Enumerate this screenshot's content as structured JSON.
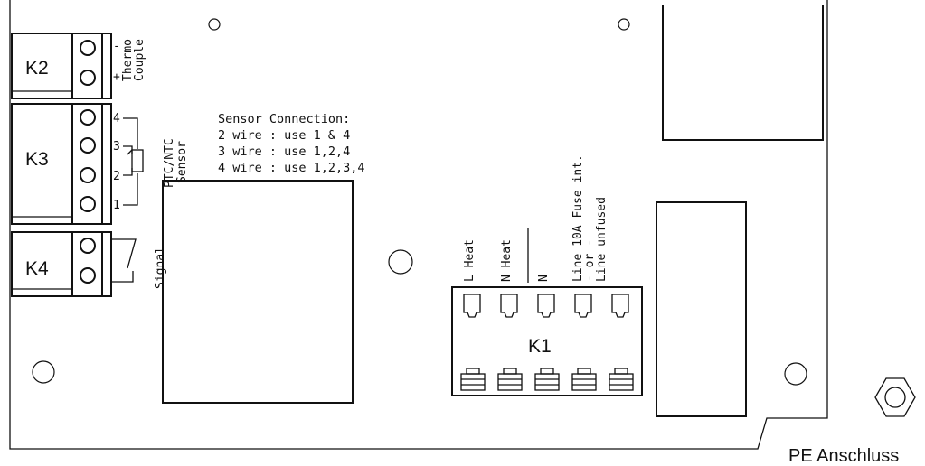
{
  "terminals": {
    "k2": {
      "label": "K2",
      "pins": [
        "-",
        "+"
      ],
      "caption_line1": "Thermo",
      "caption_line2": "Couple"
    },
    "k3": {
      "label": "K3",
      "pins": [
        "4",
        "3",
        "2",
        "1"
      ],
      "caption_line1": "PTC/NTC",
      "caption_line2": "Sensor"
    },
    "k4": {
      "label": "K4",
      "caption": "Signal"
    },
    "k1": {
      "label": "K1",
      "pin_labels": [
        "L Heat",
        "N Heat",
        "N"
      ],
      "line_fuse": "Line 10A Fuse int.",
      "or_text": "- or -",
      "line_unfused": "Line unfused"
    }
  },
  "sensor_connection": {
    "title": "Sensor Connection:",
    "lines": [
      "2 wire : use 1 & 4",
      "3 wire : use 1,2,4",
      "4 wire : use 1,2,3,4"
    ]
  },
  "pe_label": "PE Anschluss"
}
